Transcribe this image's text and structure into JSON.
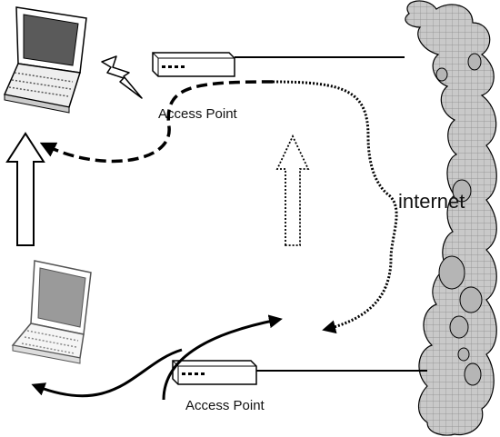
{
  "labels": {
    "access_point_top": "Access Point",
    "access_point_bottom": "Access Point",
    "internet": "internet"
  },
  "colors": {
    "cloud_fill": "#c9c9c9",
    "cloud_grid": "#8a8a8a",
    "outline": "#000000",
    "laptop_screen_dark": "#5a5a5a",
    "laptop_screen_light": "#9a9a9a"
  },
  "icons": {
    "laptop": "laptop-icon",
    "access_point": "access-point-icon",
    "lightning": "lightning-bolt-icon",
    "cloud": "internet-cloud-icon"
  }
}
